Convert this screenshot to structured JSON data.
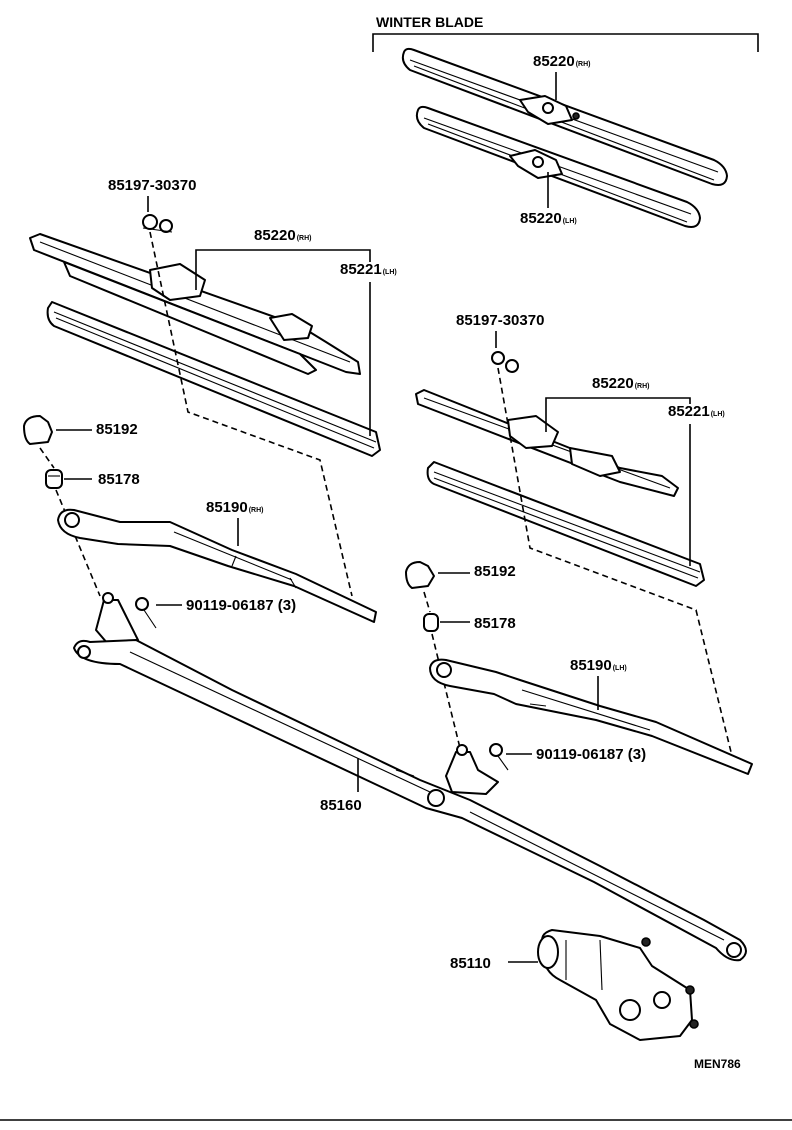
{
  "title": "WINTER BLADE",
  "code": "MEN786",
  "labels": {
    "winter_blade_rh": {
      "num": "85220",
      "side": "(RH)"
    },
    "winter_blade_lh": {
      "num": "85220",
      "side": "(LH)"
    },
    "clip_left": {
      "num": "85197-30370"
    },
    "blade_left_rh": {
      "num": "85220",
      "side": "(RH)"
    },
    "refill_left": {
      "num": "85221",
      "side": "(LH)"
    },
    "cap_left": {
      "num": "85192"
    },
    "nut_left": {
      "num": "85178"
    },
    "arm_rh": {
      "num": "85190",
      "side": "(RH)"
    },
    "bolt_left": {
      "num": "90119-06187 (3)"
    },
    "clip_right": {
      "num": "85197-30370"
    },
    "blade_right_rh": {
      "num": "85220",
      "side": "(RH)"
    },
    "refill_right": {
      "num": "85221",
      "side": "(LH)"
    },
    "cap_right": {
      "num": "85192"
    },
    "nut_right": {
      "num": "85178"
    },
    "arm_lh": {
      "num": "85190",
      "side": "(LH)"
    },
    "bolt_right": {
      "num": "90119-06187 (3)"
    },
    "link": {
      "num": "85160"
    },
    "motor": {
      "num": "85110"
    }
  }
}
